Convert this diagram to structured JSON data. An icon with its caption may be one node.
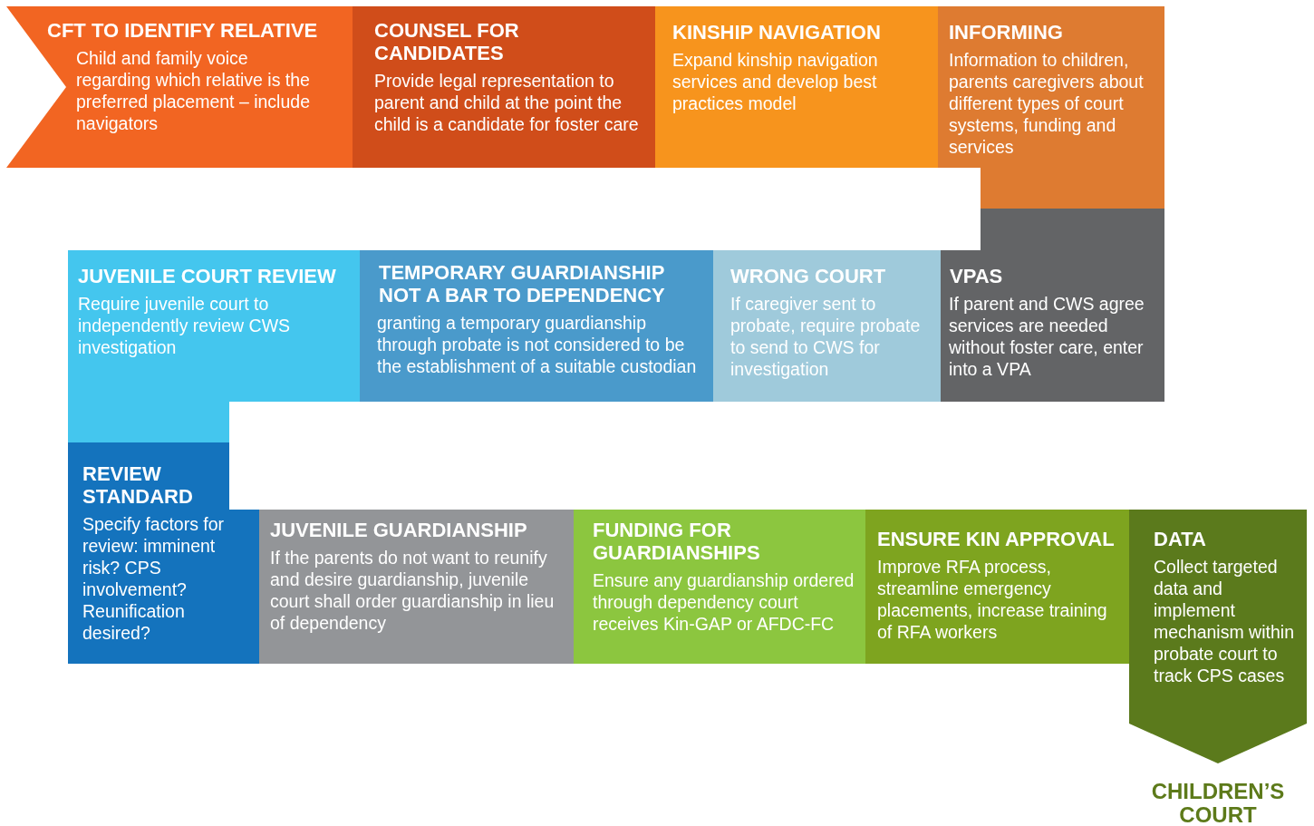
{
  "diagram": {
    "nodes": [
      {
        "text": [
          "CFT TO IDENTIFY RELATIVE",
          "Child and family voice regarding which relative is the preferred placement – include navigators"
        ]
      },
      {
        "text": [
          "COUNSEL FOR CANDIDATES",
          "Provide legal representation to parent and child at the point the child is a candidate for foster care"
        ]
      },
      {
        "text": [
          "KINSHIP NAVIGATION",
          "Expand kinship navigation services and develop best practices model"
        ]
      },
      {
        "text": [
          "INFORMING",
          "Information to children, parents caregivers about different types of court systems, funding and services"
        ]
      },
      {
        "text": [
          "VPAS",
          "If parent and CWS agree services are needed without foster care, enter into a VPA"
        ]
      },
      {
        "text": [
          "WRONG COURT",
          "If caregiver sent to probate, require probate to send to CWS for investigation"
        ]
      },
      {
        "text": [
          "TEMPORARY GUARDIANSHIP NOT A BAR TO DEPENDENCY",
          "granting a temporary guardianship through probate is not considered to be the establishment of a suitable custodian"
        ]
      },
      {
        "text": [
          "JUVENILE COURT REVIEW",
          "Require juvenile court to independently review CWS investigation"
        ]
      },
      {
        "text": [
          "REVIEW STANDARD",
          "Specify factors for review: imminent risk? CPS involvement? Reunification desired?"
        ]
      },
      {
        "text": [
          "JUVENILE GUARDIANSHIP",
          "If the parents do not want to reunify and desire guardianship, juvenile court shall order guardianship in lieu of dependency"
        ]
      },
      {
        "text": [
          "FUNDING FOR GUARDIANSHIPS",
          "Ensure any guardianship ordered through dependency court receives Kin-GAP or AFDC-FC"
        ]
      },
      {
        "text": [
          "ENSURE KIN APPROVAL",
          "Improve RFA process, streamline emergency placements, increase training of RFA workers"
        ]
      },
      {
        "text": [
          "DATA",
          "Collect targeted data and implement mechanism within probate court to track CPS cases"
        ]
      }
    ],
    "labels": [
      "CHILDREN’S COURT"
    ]
  }
}
